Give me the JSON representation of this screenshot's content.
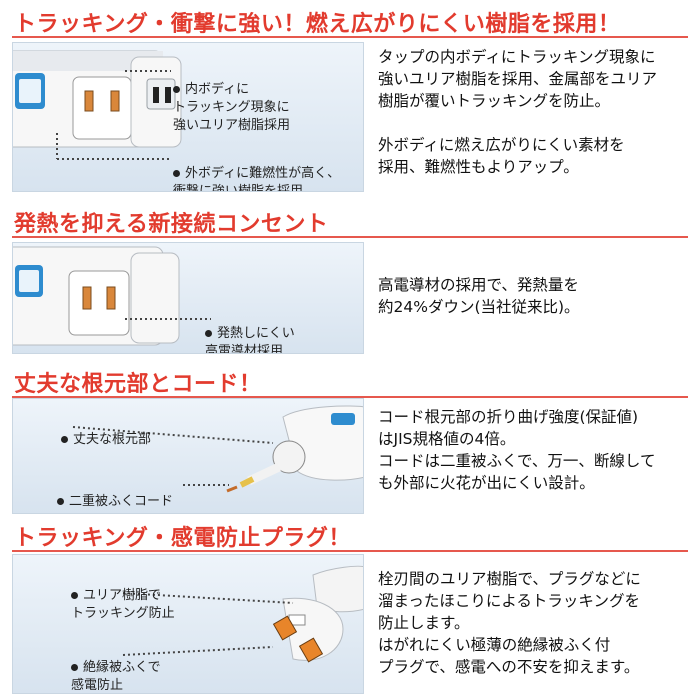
{
  "sections": [
    {
      "title": "トラッキング・衝撃に強い！燃え広がりにくい樹脂を採用！",
      "callouts": [
        "内ボディに\nトラッキング現象に\n強いユリア樹脂採用",
        "外ボディに難燃性が高く、\n衝撃に強い樹脂を採用"
      ],
      "description": "タップの内ボディにトラッキング現象に\n強いユリア樹脂を採用、金属部をユリア\n樹脂が覆いトラッキングを防止。\n\n外ボディに燃え広がりにくい素材を\n採用、難燃性もよりアップ。"
    },
    {
      "title": "発熱を抑える新接続コンセント",
      "callouts": [
        "発熱しにくい\n高電導材採用"
      ],
      "description": "高電導材の採用で、発熱量を\n約24%ダウン(当社従来比)。"
    },
    {
      "title": "丈夫な根元部とコード！",
      "callouts": [
        "丈夫な根元部",
        "二重被ふくコード"
      ],
      "description": "コード根元部の折り曲げ強度(保証値)\nはJIS規格値の4倍。\nコードは二重被ふくで、万一、断線して\nも外部に火花が出にくい設計。"
    },
    {
      "title": "トラッキング・感電防止プラグ！",
      "callouts": [
        "ユリア樹脂で\nトラッキング防止",
        "絶縁被ふくで\n感電防止"
      ],
      "description": "栓刃間のユリア樹脂で、プラグなどに\n溜まったほこりによるトラッキングを\n防止します。\nはがれにくい極薄の絶縁被ふく付\nプラグで、感電への不安を抑えます。"
    }
  ],
  "colors": {
    "title": "#e23b2e",
    "accent_orange": "#e8852a",
    "panel_bg": "#e3ecf5"
  }
}
